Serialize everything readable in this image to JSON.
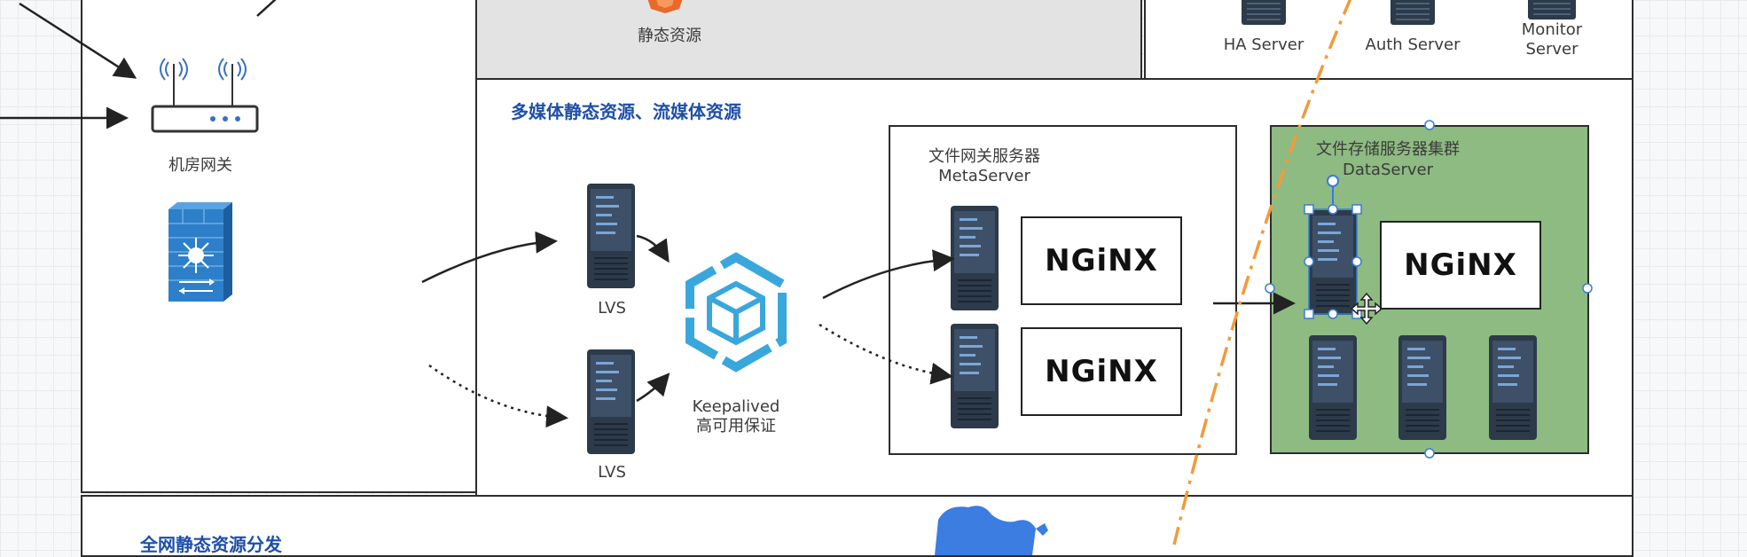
{
  "left_panel": {
    "gateway_label": "机房网关"
  },
  "top_middle": {
    "static_label": "静态资源"
  },
  "top_right": {
    "servers": [
      {
        "label": "HA Server"
      },
      {
        "label": "Auth Server"
      },
      {
        "label": "Monitor\nServer"
      }
    ]
  },
  "multimedia": {
    "title": "多媒体静态资源、流媒体资源",
    "lvs_top_label": "LVS",
    "lvs_bottom_label": "LVS",
    "keepalived_label_1": "Keepalived",
    "keepalived_label_2": "高可用保证",
    "meta_title_1": "文件网关服务器",
    "meta_title_2": "MetaServer",
    "nginx_1": "NGiNX",
    "nginx_2": "NGiNX",
    "data_title_1": "文件存储服务器集群",
    "data_title_2": "DataServer",
    "nginx_3": "NGiNX"
  },
  "bottom_panel": {
    "title": "全网静态资源分发"
  },
  "colors": {
    "panel_gray": "#e3e3e3",
    "cluster_green": "#8dbb82",
    "title_blue": "#1e4fa8",
    "firewall_blue": "#2d7fc9",
    "keepalived_blue": "#3aa7dc",
    "dash_orange": "#f29b38",
    "server_dark": "#2c3a4a",
    "selection_blue": "#3a7bd5"
  }
}
